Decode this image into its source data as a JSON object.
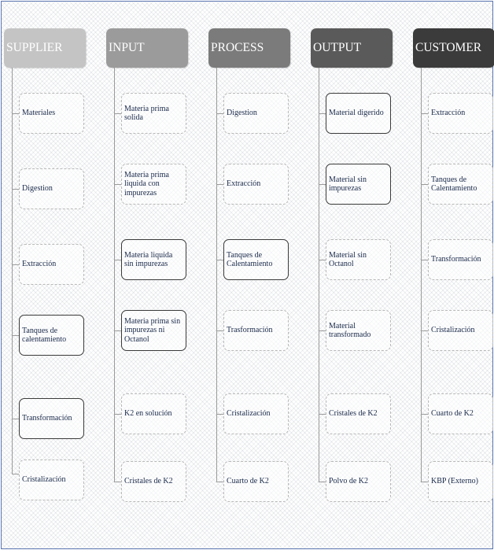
{
  "columns": [
    {
      "header": "SUPPLIER",
      "header_color": "#c4c4c4",
      "items": [
        "Materiales",
        "Digestion",
        "Extracción",
        "Tanques de calentamiento",
        "Transformación",
        "Cristalización"
      ]
    },
    {
      "header": "INPUT",
      "header_color": "#9b9b9b",
      "items": [
        "Materia prima solida",
        "Materia prima liquida con impurezas",
        "Materia liquida sin impurezas",
        "Materia prima sin impurezas ni Octanol",
        "K2 en solución",
        "Cristales de K2"
      ]
    },
    {
      "header": "PROCESS",
      "header_color": "#7b7b7b",
      "items": [
        "Digestion",
        "Extracción",
        "Tanques de Calentamiento",
        "Trasformación",
        "Cristalización",
        "Cuarto de K2"
      ]
    },
    {
      "header": "OUTPUT",
      "header_color": "#5a5a5a",
      "items": [
        "Material digerido",
        "Material sin impurezas",
        "Material sin Octanol",
        "Material transformado",
        "Cristales de K2",
        "Polvo de K2"
      ]
    },
    {
      "header": "CUSTOMER",
      "header_color": "#3b3b3b",
      "items": [
        "Extracción",
        "Tanques de Calentamiento",
        "Transformación",
        "Cristalización",
        "Cuarto de K2",
        "KBP (Externo)"
      ]
    }
  ]
}
